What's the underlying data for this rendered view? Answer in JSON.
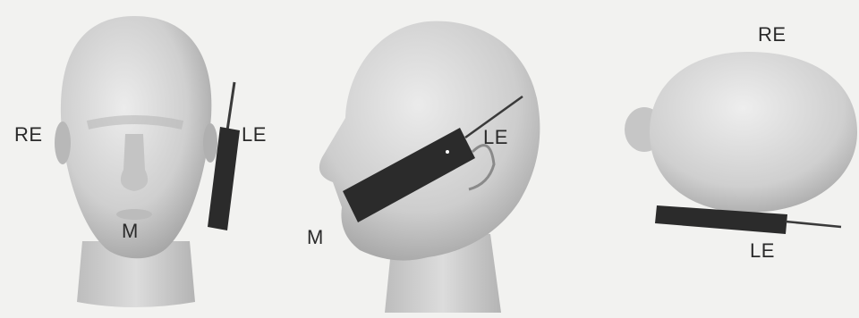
{
  "figure": {
    "panels": [
      {
        "view": "front",
        "labels": {
          "re": "RE",
          "le": "LE",
          "m": "M"
        }
      },
      {
        "view": "side",
        "labels": {
          "le": "LE",
          "m": "M"
        }
      },
      {
        "view": "top",
        "labels": {
          "re": "RE",
          "le": "LE"
        }
      }
    ]
  },
  "colors": {
    "background": "#f2f2f0",
    "head_light": "#e6e6e6",
    "head_shade": "#a9a9a9",
    "phone": "#2b2b2b",
    "text": "#2a2a2a"
  }
}
